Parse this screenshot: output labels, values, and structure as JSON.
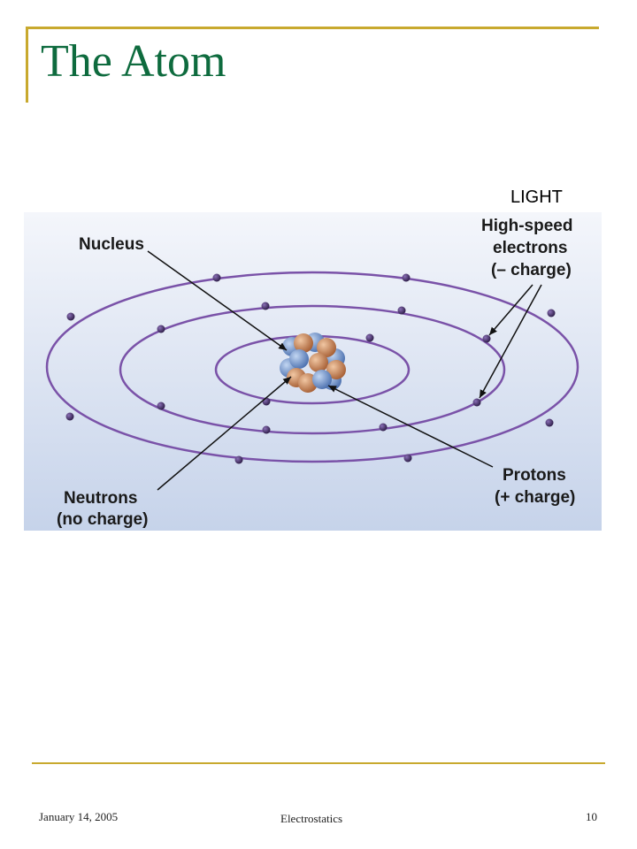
{
  "slide": {
    "title": "The Atom",
    "overlay_label": "LIGHT"
  },
  "diagram": {
    "labels": {
      "nucleus": "Nucleus",
      "electrons_line1": "High-speed",
      "electrons_line2": "electrons",
      "electrons_line3": "(– charge)",
      "neutrons_line1": "Neutrons",
      "neutrons_line2": "(no charge)",
      "protons_line1": "Protons",
      "protons_line2": "(+ charge)"
    },
    "colors": {
      "background_top": "#f4f6fb",
      "background_bottom": "#c6d3ea",
      "orbit": "#7a52a8",
      "electron": "#3a2658",
      "proton": "#c7855a",
      "neutron": "#6b8fc9"
    }
  },
  "footer": {
    "date": "January 14, 2005",
    "title": "Electrostatics",
    "page": "10"
  },
  "accent_color": "#c8a92e",
  "title_color": "#0e6b3e"
}
